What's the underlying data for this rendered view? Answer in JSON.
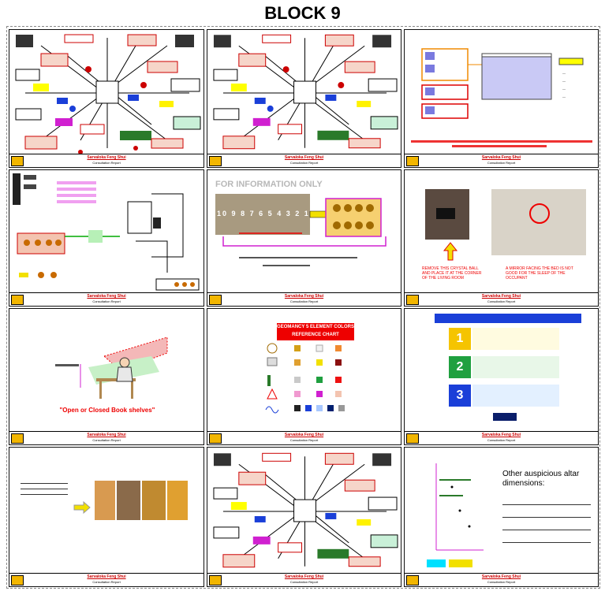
{
  "header": {
    "title": "BLOCK 9"
  },
  "footer": {
    "title": "Sarvaloka Feng Shui",
    "subtitle": "Consultation Report"
  },
  "pages": {
    "p5": {
      "banner": "FOR INFORMATION ONLY",
      "numbers": [
        "10",
        "9",
        "8",
        "7",
        "6",
        "5",
        "4",
        "3",
        "2",
        "1"
      ]
    },
    "p6": {
      "caption_left": "REMOVE THIS CRYSTAL BALL AND PLACE IT AT THE CORNER OF THE LIVING ROOM",
      "caption_right": "A MIRROR FACING THE BED IS NOT GOOD FOR THE SLEEP OF THE OCCUPANT"
    },
    "p7": {
      "caption": "\"Open or Closed Book shelves\""
    },
    "p8": {
      "chart_title_1": "GEOMANCY 5 ELEMENT COLORS",
      "chart_title_2": "REFERENCE CHART"
    },
    "p9": {
      "steps": [
        "1",
        "2",
        "3"
      ]
    },
    "p12": {
      "heading": "Other auspicious altar dimensions:"
    }
  }
}
